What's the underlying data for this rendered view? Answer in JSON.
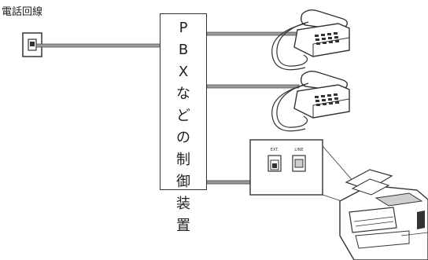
{
  "labels": {
    "line": "電話回線",
    "pbx": "PBXなどの制御装置"
  },
  "fax_panel": {
    "ext_label": "EXT.",
    "line_label": "LINE"
  },
  "icons": [
    "wall-jack-icon",
    "telephone-icon",
    "fax-machine-icon"
  ],
  "colors": {
    "cable": "#9a9a9a",
    "outline": "#333333",
    "shading": "#cfcfcf"
  }
}
